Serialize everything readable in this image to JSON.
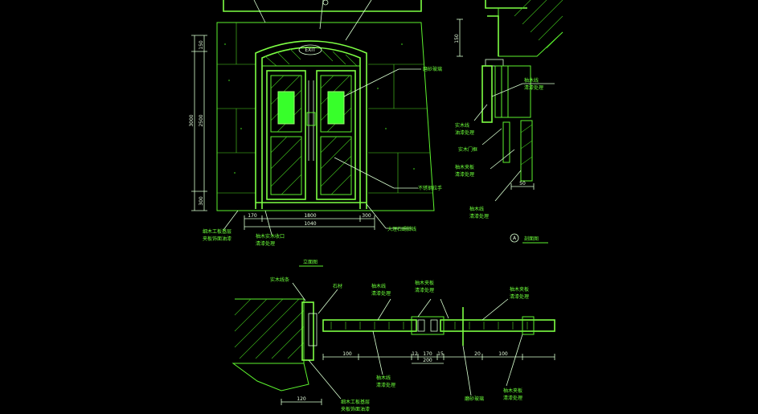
{
  "elevation": {
    "title": "立面图",
    "exit_sign": "EXIT",
    "dims": {
      "left_total": "3000",
      "left_upper": "2500",
      "left_top": "150",
      "left_bottom": "300",
      "bottom_left": "170",
      "bottom_mid": "1800",
      "bottom_right": "300",
      "bottom_total": "1040"
    },
    "labels": {
      "glass": "磨砂玻璃",
      "steel_handle": "不锈钢拉手",
      "stone": "大理石踢脚线",
      "left_panel_1": "细木工板基层",
      "left_panel_2": "夹板饰面油漆",
      "frame_1": "柚木实木收口",
      "frame_2": "清漆处理"
    }
  },
  "section_a": {
    "title": "剖面图",
    "marker": "A",
    "dims": {
      "top": "150",
      "bottom": "50"
    },
    "labels": {
      "l1_1": "柚木线",
      "l1_2": "清漆处理",
      "l2_1": "实木线",
      "l2_2": "油漆处理",
      "l3": "实木门框",
      "l4_1": "柚木夹板",
      "l4_2": "清漆处理",
      "l5_1": "柚木线",
      "l5_2": "清漆处理"
    }
  },
  "plan": {
    "labels": {
      "top1": "实木线条",
      "top2": "石材",
      "top3_1": "柚木线",
      "top3_2": "清漆处理",
      "top4_1": "柚木夹板",
      "top4_2": "清漆处理",
      "top5_1": "柚木夹板",
      "top5_2": "清漆处理",
      "bot1_1": "柚木线",
      "bot1_2": "清漆处理",
      "bot2_1": "细木工板基层",
      "bot2_2": "夹板饰面油漆",
      "bot3": "磨砂玻璃",
      "bot4_1": "柚木夹板",
      "bot4_2": "清漆处理"
    },
    "dims": {
      "d1": "100",
      "d2": "12",
      "d3": "170",
      "d4": "15",
      "d5": "200",
      "d6": "20",
      "d7": "100",
      "d8": "120"
    }
  }
}
